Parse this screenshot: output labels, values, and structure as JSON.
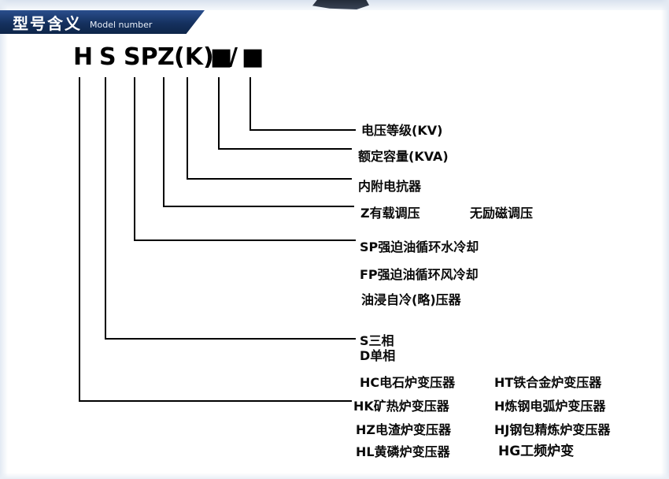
{
  "header": {
    "title": "型号含义",
    "subtitle": "Model number"
  },
  "model_code": {
    "parts": [
      "H",
      "S",
      "SP",
      "Z",
      "(K)",
      "■",
      "/",
      "■"
    ]
  },
  "diagram": {
    "voltage_label": "电压等级(KV)",
    "capacity_label": "额定容量(KVA)",
    "reactor_label": "内附电抗器",
    "onload_regulation_label": "Z有载调压",
    "no_excitation_regulation_label": "无励磁调压",
    "sp_cooling_label": "SP强迫油循环水冷却",
    "fp_cooling_label": "FP强迫油循环风冷却",
    "oil_self_cooling_label": "油浸自冷(略)压器",
    "three_phase_label": "S三相",
    "single_phase_label": "D单相",
    "furnace_types": [
      [
        "HC电石炉变压器",
        "HT铁合金炉变压器"
      ],
      [
        "HK矿热炉变压器",
        "H炼钢电弧炉变压器"
      ],
      [
        "HZ电渣炉变压器",
        "HJ钢包精炼炉变压器"
      ],
      [
        "HL黄磷炉变压器",
        "HG工频炉变"
      ]
    ]
  },
  "colors": {
    "header_bg": "#15315f",
    "line": "#000000"
  }
}
